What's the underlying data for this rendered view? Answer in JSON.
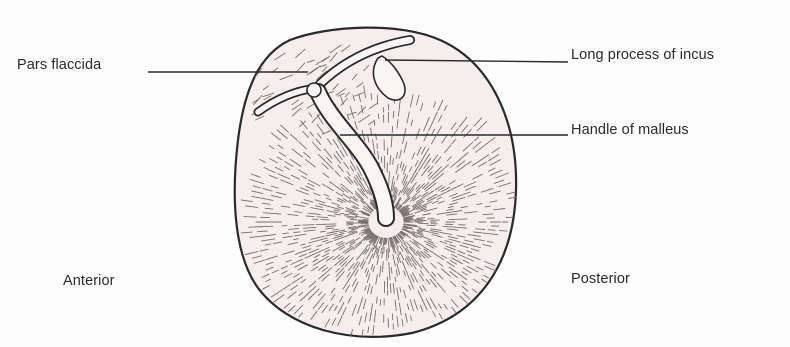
{
  "labels": {
    "pars_flaccida": "Pars flaccida",
    "long_process_incus": "Long process of incus",
    "handle_malleus": "Handle of malleus",
    "anterior": "Anterior",
    "posterior": "Posterior"
  },
  "colors": {
    "background": "#fefdfd",
    "membrane_fill": "#f6eeee",
    "ink": "#2a2a2a",
    "hatch": "#7a6e6e"
  }
}
